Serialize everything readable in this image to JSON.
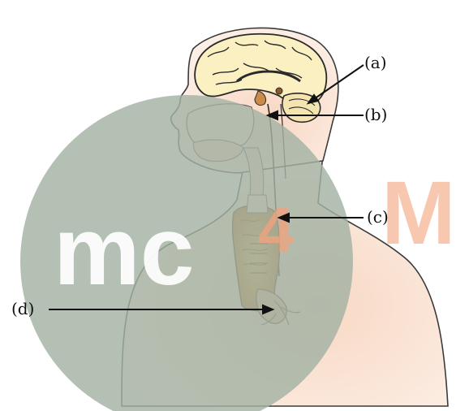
{
  "labels": {
    "a": "(a)",
    "b": "(b)",
    "c": "(c)",
    "d": "(d)"
  },
  "watermark": {
    "logo_text": "mc",
    "logo_digit": "4",
    "logo_letter": "M"
  },
  "colors": {
    "watermark_disc": "#a3b2a3",
    "watermark_text": "#ffffff",
    "watermark_accent": "#f4a27c",
    "skin": "#fbe9dc",
    "brain": "#fbf0c2",
    "thyroid": "#d89a3a",
    "outline": "#2a2a2a",
    "arrow": "#111111"
  },
  "icons": {
    "arrow": "right-to-left-arrow"
  }
}
